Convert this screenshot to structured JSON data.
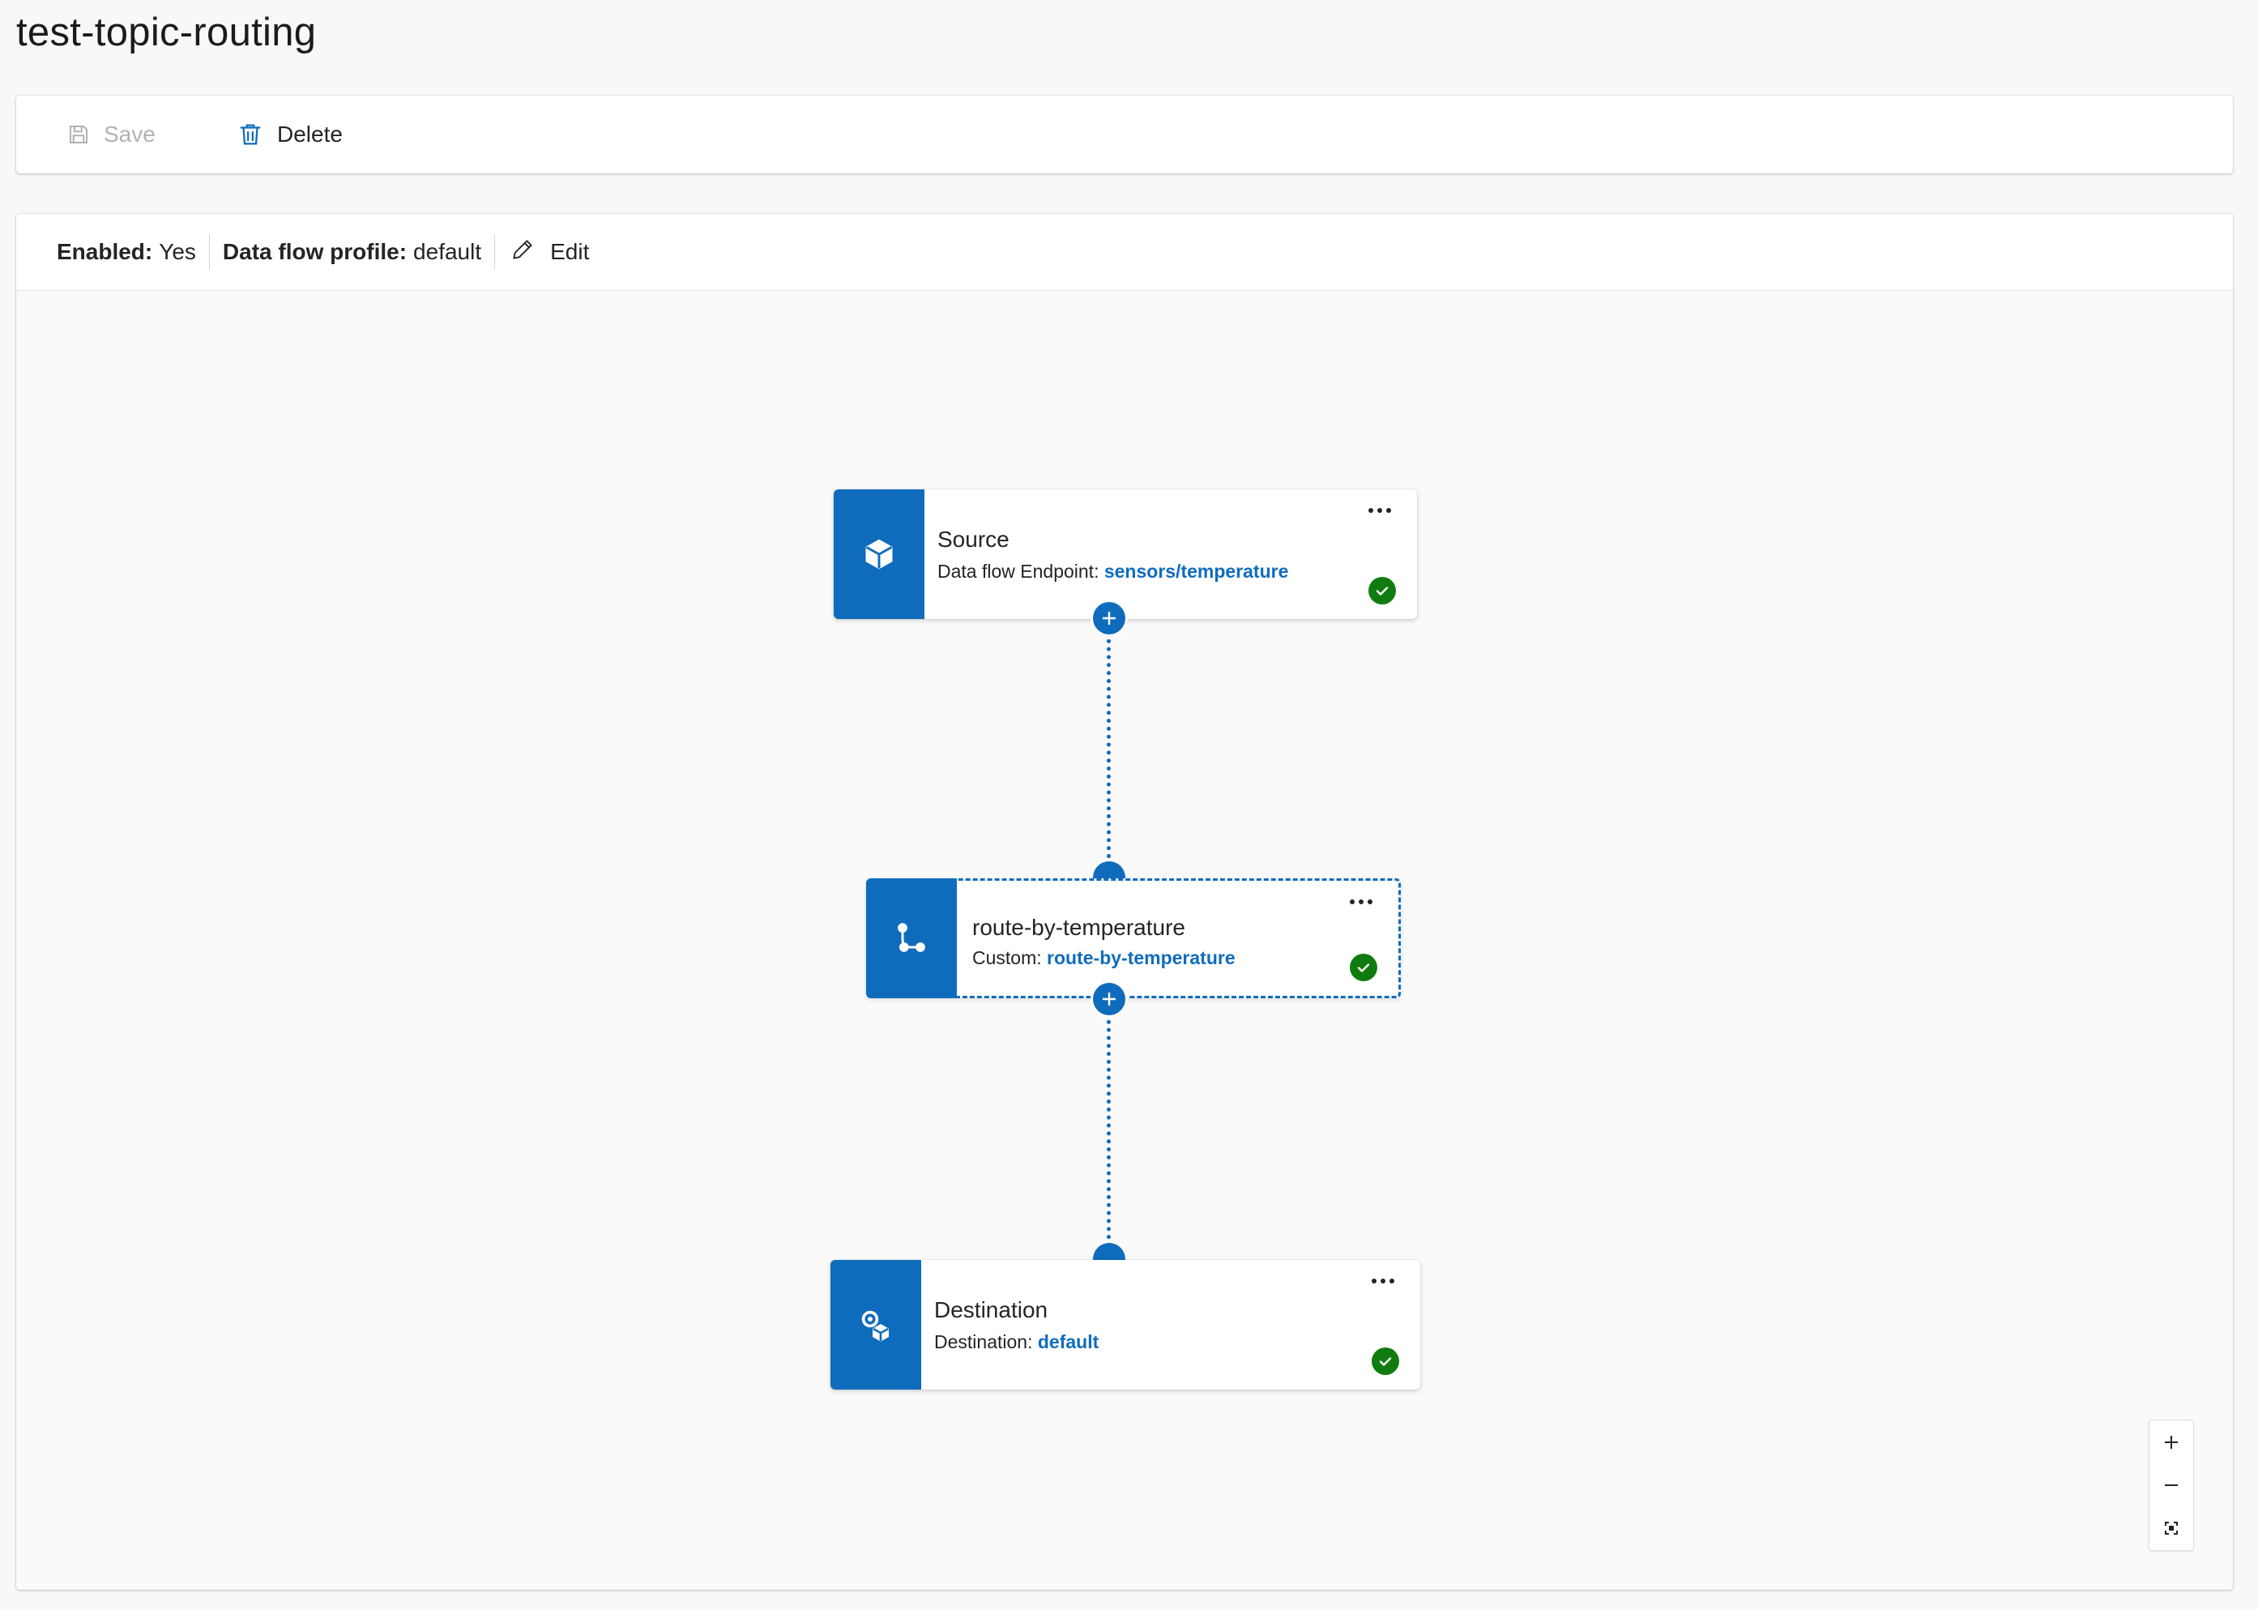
{
  "page": {
    "title": "test-topic-routing"
  },
  "toolbar": {
    "save_label": "Save",
    "delete_label": "Delete"
  },
  "properties": {
    "enabled_label": "Enabled:",
    "enabled_value": "Yes",
    "profile_label": "Data flow profile:",
    "profile_value": "default",
    "edit_label": "Edit"
  },
  "nodes": {
    "source": {
      "title": "Source",
      "subtitle_label": "Data flow Endpoint:",
      "subtitle_value": "sensors/temperature",
      "icon": "cube-icon",
      "status": "valid"
    },
    "transform": {
      "title": "route-by-temperature",
      "subtitle_label": "Custom:",
      "subtitle_value": "route-by-temperature",
      "icon": "branch-icon",
      "status": "valid",
      "selected": true
    },
    "destination": {
      "title": "Destination",
      "subtitle_label": "Destination:",
      "subtitle_value": "default",
      "icon": "endpoint-icon",
      "status": "valid"
    }
  },
  "zoom_controls": [
    "zoom-in",
    "zoom-out",
    "fit-view"
  ],
  "colors": {
    "accent": "#0f6cbd",
    "success": "#107c10",
    "canvas": "#fafafa"
  }
}
